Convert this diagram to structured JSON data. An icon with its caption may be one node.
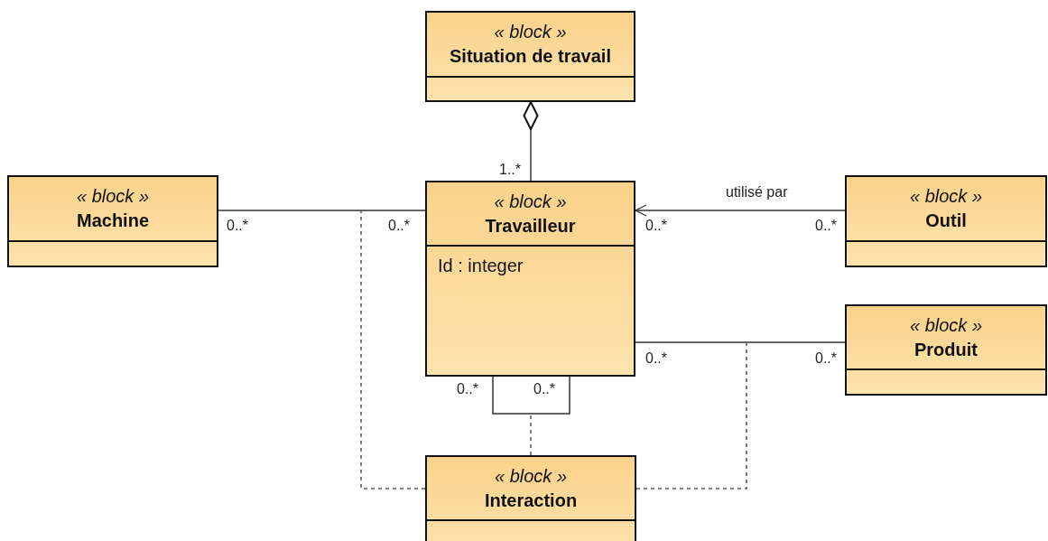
{
  "diagram": {
    "nodes": [
      {
        "text": [
          "« block »",
          "Situation de travail"
        ]
      },
      {
        "text": [
          "« block »",
          "Machine"
        ]
      },
      {
        "text": [
          "« block »",
          "Travailleur",
          "Id : integer"
        ]
      },
      {
        "text": [
          "« block »",
          "Outil"
        ]
      },
      {
        "text": [
          "« block »",
          "Produit"
        ]
      },
      {
        "text": [
          "« block »",
          "Interaction"
        ]
      }
    ],
    "edges": [
      {
        "from": 2,
        "to": 0,
        "arrow": "other"
      },
      {
        "from": 1,
        "to": 2,
        "arrow": "none"
      },
      {
        "from": 3,
        "to": 2,
        "arrow": "to",
        "label": "utilisé par"
      },
      {
        "from": 2,
        "to": 4,
        "arrow": "none"
      },
      {
        "from": 2,
        "to": 2,
        "arrow": "none"
      },
      {
        "from": 5,
        "to": null,
        "arrow": "none",
        "style": "dashed"
      },
      {
        "from": 5,
        "to": null,
        "arrow": "none",
        "style": "dashed"
      },
      {
        "from": 5,
        "to": null,
        "arrow": "none",
        "style": "dashed"
      }
    ],
    "labels": [
      "1..*",
      "0..*",
      "0..*",
      "0..*",
      "0..*",
      "0..*",
      "0..*",
      "0..*",
      "0..*"
    ]
  }
}
